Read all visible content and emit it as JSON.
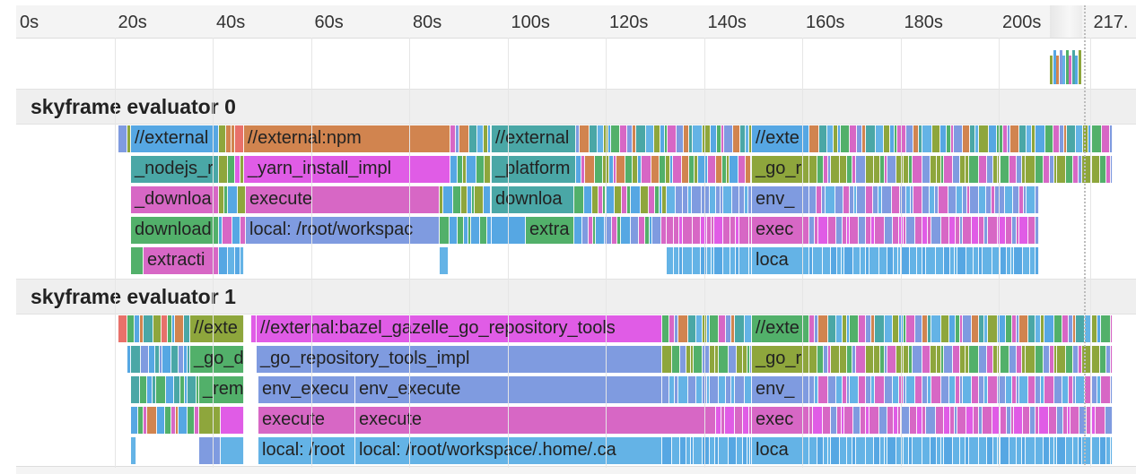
{
  "timeline": {
    "ticks": [
      "0s",
      "20s",
      "40s",
      "60s",
      "80s",
      "100s",
      "120s",
      "140s",
      "160s",
      "180s",
      "200s",
      "217."
    ]
  },
  "sections": [
    {
      "title": "skyframe evaluator 0",
      "blocks": [
        {
          "row": 0,
          "label": "//external"
        },
        {
          "row": 0,
          "label": "//external:npm"
        },
        {
          "row": 0,
          "label": "//external"
        },
        {
          "row": 0,
          "label": "//exte"
        },
        {
          "row": 1,
          "label": "_nodejs_r"
        },
        {
          "row": 1,
          "label": "_yarn_install_impl"
        },
        {
          "row": 1,
          "label": "_platform"
        },
        {
          "row": 1,
          "label": "_go_r"
        },
        {
          "row": 2,
          "label": "_downloa"
        },
        {
          "row": 2,
          "label": "execute"
        },
        {
          "row": 2,
          "label": "downloa"
        },
        {
          "row": 2,
          "label": "env_"
        },
        {
          "row": 3,
          "label": "download"
        },
        {
          "row": 3,
          "label": "local: /root/workspac"
        },
        {
          "row": 3,
          "label": "extra"
        },
        {
          "row": 3,
          "label": "exec"
        },
        {
          "row": 4,
          "label": "extracti"
        },
        {
          "row": 4,
          "label": "loca"
        }
      ]
    },
    {
      "title": "skyframe evaluator 1",
      "blocks": [
        {
          "row": 0,
          "label": "//exte"
        },
        {
          "row": 0,
          "label": "//external:bazel_gazelle_go_repository_tools"
        },
        {
          "row": 0,
          "label": "//exte"
        },
        {
          "row": 1,
          "label": "_go_d"
        },
        {
          "row": 1,
          "label": "_go_repository_tools_impl"
        },
        {
          "row": 1,
          "label": "_go_r"
        },
        {
          "row": 2,
          "label": "_rem"
        },
        {
          "row": 2,
          "label": "env_execu"
        },
        {
          "row": 2,
          "label": "env_execute"
        },
        {
          "row": 2,
          "label": "env_"
        },
        {
          "row": 3,
          "label": "execute"
        },
        {
          "row": 3,
          "label": "execute"
        },
        {
          "row": 3,
          "label": "exec"
        },
        {
          "row": 4,
          "label": "local: /root"
        },
        {
          "row": 4,
          "label": "local: /root/workspace/.home/.ca"
        },
        {
          "row": 4,
          "label": "loca"
        }
      ]
    }
  ],
  "colors": {
    "blue": "#56a7e3",
    "orange": "#d1844f",
    "magenta": "#e05ce6",
    "green": "#52b06a",
    "pink": "#d767c5",
    "teal": "#4aa7a6",
    "olive": "#8ea63c",
    "periwinkle": "#7f9be0",
    "lightblue": "#64b3e6",
    "salmon": "#e8716a"
  }
}
